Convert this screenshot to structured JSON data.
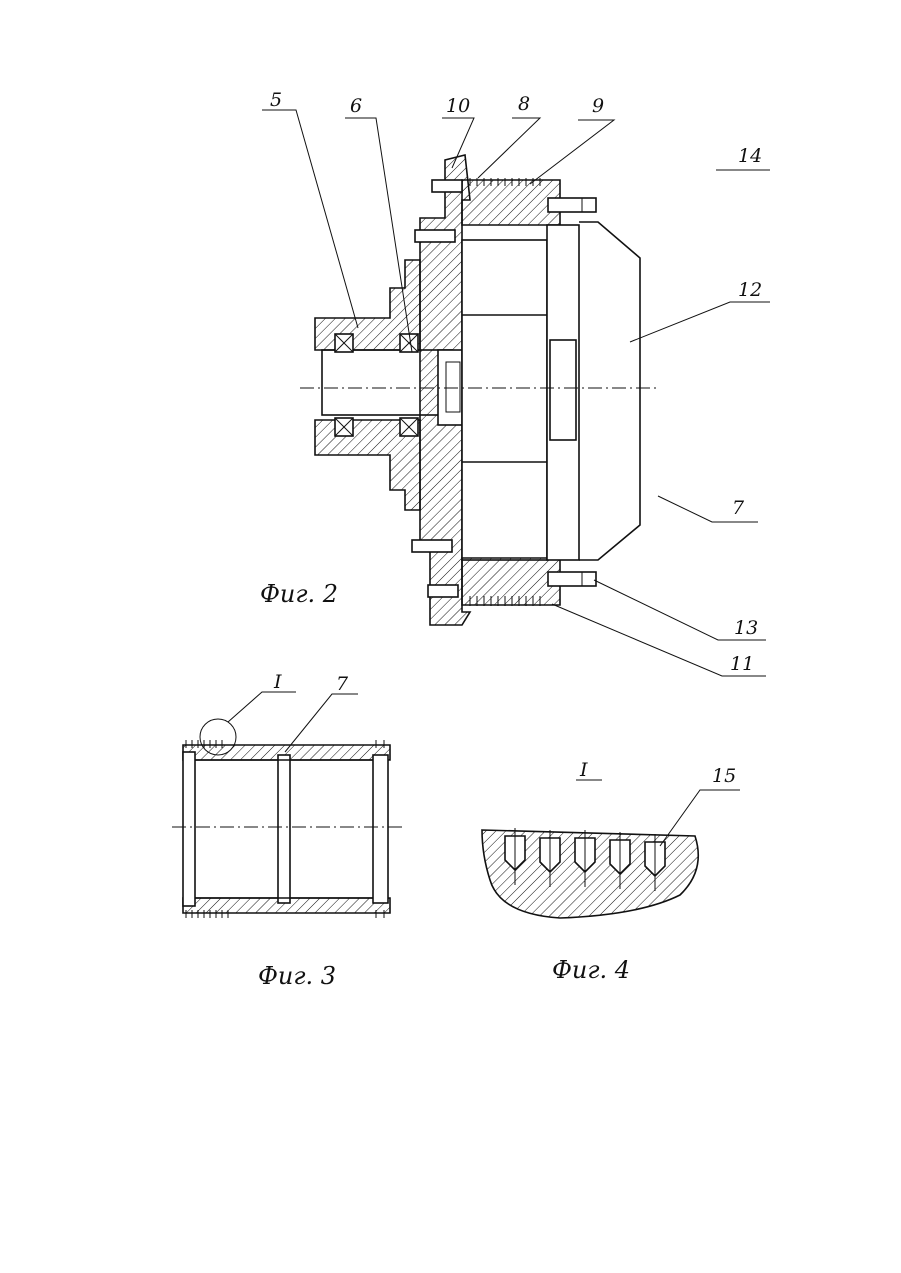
{
  "figures": {
    "fig2": {
      "caption": "Фиг. 2",
      "labels": [
        "5",
        "6",
        "10",
        "8",
        "9",
        "14",
        "12",
        "7",
        "13",
        "11"
      ]
    },
    "fig3": {
      "caption": "Фиг. 3",
      "labels": [
        "I",
        "7"
      ]
    },
    "fig4": {
      "caption": "Фиг. 4",
      "labels": [
        "I",
        "15"
      ]
    }
  }
}
